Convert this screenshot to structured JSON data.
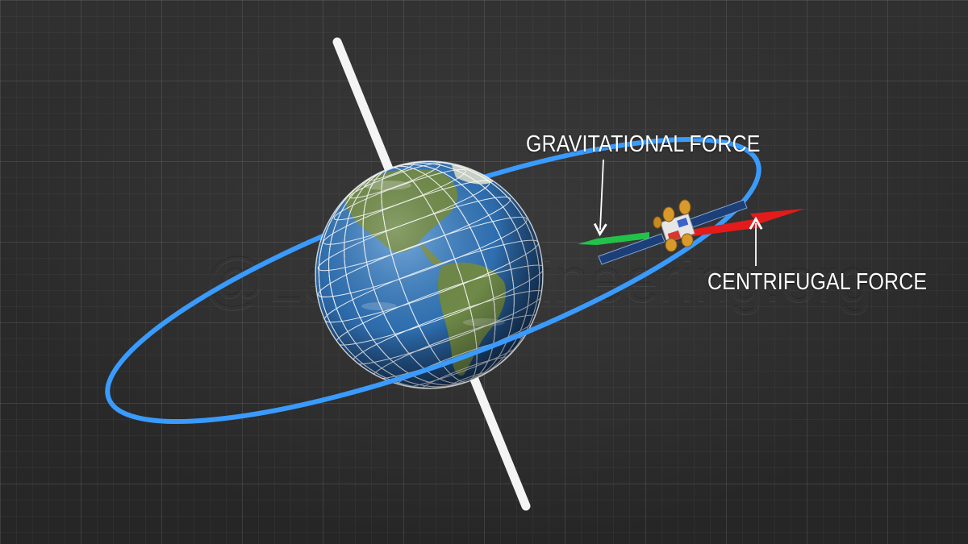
{
  "labels": {
    "gravitational": "GRAVITATIONAL FORCE",
    "centrifugal": "CENTRIFUGAL FORCE"
  },
  "watermark": "@LearnEngineering.org",
  "colors": {
    "orbit": "#3a9bff",
    "gravitational_arrow": "#22c24a",
    "centrifugal_arrow": "#e31b1b",
    "axis": "#f4f4f4",
    "ocean": "#2f6fb0",
    "land": "#6f8a48",
    "grid_lines": "#ffffff"
  }
}
